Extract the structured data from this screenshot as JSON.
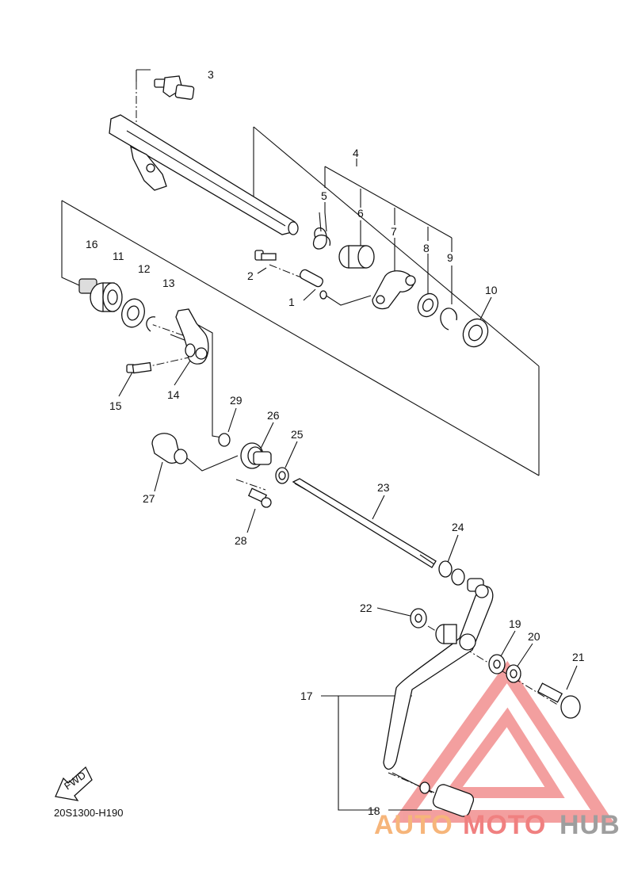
{
  "diagram_code": "20S1300-H190",
  "fwd_label": "FWD",
  "watermark": {
    "part1": "AUTO",
    "part2": "MOTO",
    "part3": "HUB",
    "color_orange": "#f6b57a",
    "color_red": "#f08080",
    "color_gray": "#9e9e9e"
  },
  "callouts": [
    "1",
    "2",
    "3",
    "4",
    "5",
    "6",
    "7",
    "8",
    "9",
    "10",
    "11",
    "12",
    "13",
    "14",
    "15",
    "16",
    "17",
    "18",
    "19",
    "20",
    "21",
    "22",
    "23",
    "24",
    "25",
    "26",
    "27",
    "28",
    "29"
  ]
}
